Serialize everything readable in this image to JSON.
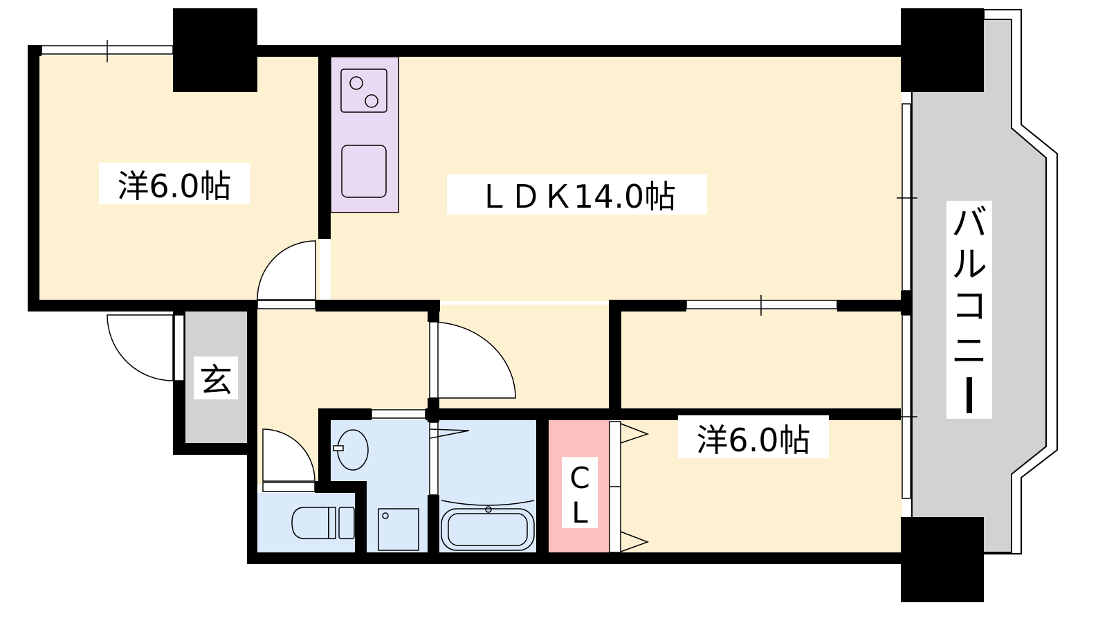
{
  "rooms": {
    "western_room_1": "洋6.0帖",
    "ldk": "ＬＤＫ14.0帖",
    "western_room_2": "洋6.0帖",
    "entrance": "玄",
    "closet_c": "C",
    "closet_l": "L",
    "balcony": [
      "バ",
      "ル",
      "コ",
      "ニ",
      "ー"
    ]
  },
  "colors": {
    "room": "#fdf1d2",
    "wet": "#dbeafb",
    "closet": "#fdbfbf",
    "kitchen": "#ead9f2",
    "gray": "#d2d2d2",
    "wall": "#000000"
  }
}
